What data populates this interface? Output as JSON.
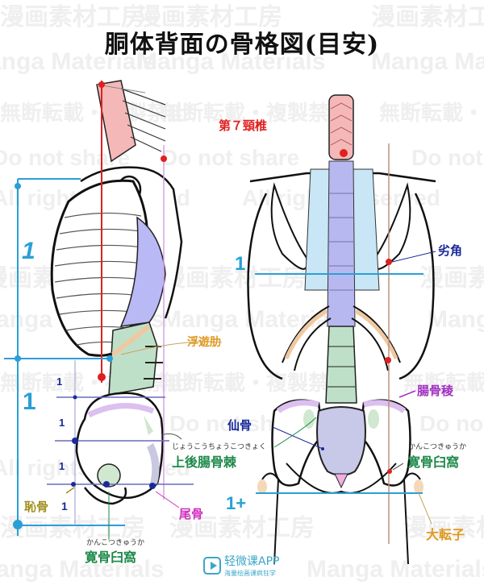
{
  "title": "胴体背面の骨格図(目安)",
  "watermarks": [
    "漫画素材工房",
    "Manga Materials",
    "無断転載・複製禁止",
    "Do not share",
    "All rights reserved"
  ],
  "labels": {
    "c7": "第７頸椎",
    "inferior_angle": "劣角",
    "floating_rib": "浮遊肋",
    "iliac_crest": "腸骨稜",
    "sacrum": "仙骨",
    "psis": "上後腸骨棘",
    "psis_ruby": "じょうこうちょうこつきょく",
    "acetabulum_right": "寛骨臼窩",
    "acetabulum_right_ruby": "かんこつきゅうか",
    "acetabulum_left": "寛骨臼窩",
    "acetabulum_left_ruby": "かんこつきゅうか",
    "pubis": "恥骨",
    "coccyx": "尾骨",
    "greater_trochanter": "大転子"
  },
  "ratios": {
    "side_upper": "1",
    "side_lower": "1",
    "side_small": [
      "1",
      "1",
      "1",
      "1"
    ],
    "back_upper": "1",
    "back_lower": "1+"
  },
  "colors": {
    "red": "#e02020",
    "blue": "#2a9fd6",
    "navy": "#1a2a9a",
    "green": "#1e8a4a",
    "orange": "#e09a20",
    "magenta": "#d030c0",
    "purple": "#a030c0",
    "olive": "#a09020"
  },
  "logo": {
    "name": "轻微课APP",
    "tagline": "海量绘画课疯狂学"
  }
}
